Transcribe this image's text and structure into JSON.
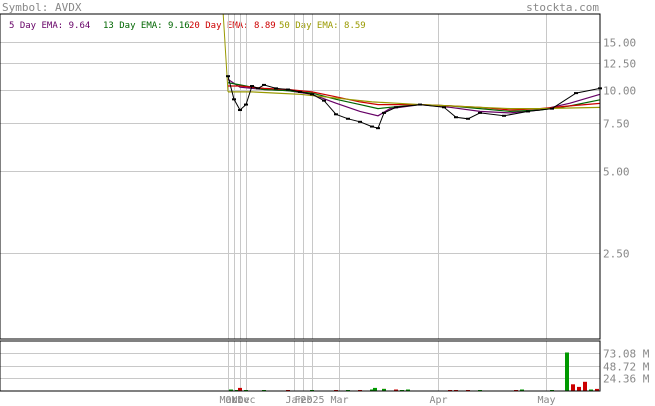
{
  "header": {
    "symbol_label": "Symbol: AVDX",
    "brand": "stockta.com"
  },
  "legend": [
    {
      "label": "5 Day EMA: 9.64",
      "color": "#660066"
    },
    {
      "label": "13 Day EMA: 9.16",
      "color": "#006600"
    },
    {
      "label": "20 Day EMA: 8.89",
      "color": "#cc0000"
    },
    {
      "label": "50 Day EMA: 8.59",
      "color": "#999900"
    }
  ],
  "colors": {
    "frame": "#000000",
    "grid": "#c8c8c8",
    "text": "#888888",
    "price": "#000000",
    "volume_up": "#009900",
    "volume_down": "#cc0000"
  },
  "chart_data": [
    {
      "type": "line",
      "panel": "price",
      "y_scale": "log",
      "ylim": [
        1.2,
        19
      ],
      "y_ticks": [
        {
          "value": 15.0,
          "label": "15.00"
        },
        {
          "value": 12.5,
          "label": "12.50"
        },
        {
          "value": 10.0,
          "label": "10.00"
        },
        {
          "value": 7.5,
          "label": "7.50"
        },
        {
          "value": 5.0,
          "label": "5.00"
        },
        {
          "value": 2.5,
          "label": "2.50"
        }
      ],
      "x_range": [
        0,
        100
      ],
      "x_ticks": [
        {
          "x": 38,
          "label": "Mar"
        },
        {
          "x": 39,
          "label": "Oct"
        },
        {
          "x": 40,
          "label": "Nov"
        },
        {
          "x": 41,
          "label": "Dec"
        },
        {
          "x": 49,
          "label": "Jan"
        },
        {
          "x": 50.5,
          "label": "Feb"
        },
        {
          "x": 52,
          "label": "2025"
        },
        {
          "x": 56.5,
          "label": "Mar"
        },
        {
          "x": 73,
          "label": "Apr"
        },
        {
          "x": 91,
          "label": "May"
        }
      ],
      "series": [
        {
          "name": "5 Day EMA",
          "color": "#660066",
          "points": [
            [
              38,
              10.9
            ],
            [
              40,
              10.2
            ],
            [
              44,
              10.0
            ],
            [
              48,
              9.9
            ],
            [
              52,
              9.6
            ],
            [
              56,
              8.9
            ],
            [
              60,
              8.3
            ],
            [
              63,
              8.0
            ],
            [
              65,
              8.5
            ],
            [
              70,
              8.8
            ],
            [
              75,
              8.6
            ],
            [
              80,
              8.3
            ],
            [
              85,
              8.2
            ],
            [
              90,
              8.4
            ],
            [
              95,
              8.9
            ],
            [
              100,
              9.6
            ]
          ]
        },
        {
          "name": "13 Day EMA",
          "color": "#006600",
          "points": [
            [
              38,
              10.6
            ],
            [
              40,
              10.4
            ],
            [
              44,
              10.0
            ],
            [
              48,
              9.9
            ],
            [
              52,
              9.7
            ],
            [
              56,
              9.2
            ],
            [
              60,
              8.8
            ],
            [
              63,
              8.5
            ],
            [
              65,
              8.6
            ],
            [
              70,
              8.8
            ],
            [
              75,
              8.7
            ],
            [
              80,
              8.5
            ],
            [
              85,
              8.3
            ],
            [
              90,
              8.4
            ],
            [
              95,
              8.7
            ],
            [
              100,
              9.16
            ]
          ]
        },
        {
          "name": "20 Day EMA",
          "color": "#cc0000",
          "points": [
            [
              38,
              10.3
            ],
            [
              40,
              10.3
            ],
            [
              44,
              10.1
            ],
            [
              48,
              10.0
            ],
            [
              52,
              9.8
            ],
            [
              56,
              9.4
            ],
            [
              60,
              9.0
            ],
            [
              63,
              8.8
            ],
            [
              65,
              8.8
            ],
            [
              70,
              8.8
            ],
            [
              75,
              8.7
            ],
            [
              80,
              8.6
            ],
            [
              85,
              8.4
            ],
            [
              90,
              8.5
            ],
            [
              95,
              8.7
            ],
            [
              100,
              8.89
            ]
          ]
        },
        {
          "name": "50 Day EMA",
          "color": "#999900",
          "points": [
            [
              38,
              9.8
            ],
            [
              42,
              9.8
            ],
            [
              46,
              9.7
            ],
            [
              50,
              9.6
            ],
            [
              54,
              9.4
            ],
            [
              58,
              9.2
            ],
            [
              62,
              9.0
            ],
            [
              66,
              8.9
            ],
            [
              70,
              8.8
            ],
            [
              75,
              8.7
            ],
            [
              80,
              8.6
            ],
            [
              85,
              8.5
            ],
            [
              90,
              8.5
            ],
            [
              95,
              8.55
            ],
            [
              100,
              8.59
            ]
          ]
        },
        {
          "name": "Price",
          "color": "#000000",
          "points": [
            [
              38,
              11.2
            ],
            [
              39,
              9.2
            ],
            [
              40,
              8.4
            ],
            [
              41,
              8.8
            ],
            [
              42,
              10.3
            ],
            [
              43,
              10.1
            ],
            [
              44,
              10.4
            ],
            [
              46,
              10.1
            ],
            [
              48,
              10.0
            ],
            [
              50,
              9.8
            ],
            [
              52,
              9.6
            ],
            [
              54,
              9.1
            ],
            [
              56,
              8.1
            ],
            [
              58,
              7.8
            ],
            [
              60,
              7.6
            ],
            [
              62,
              7.3
            ],
            [
              63,
              7.2
            ],
            [
              64,
              8.2
            ],
            [
              66,
              8.6
            ],
            [
              70,
              8.8
            ],
            [
              74,
              8.6
            ],
            [
              76,
              7.9
            ],
            [
              78,
              7.8
            ],
            [
              80,
              8.2
            ],
            [
              84,
              8.0
            ],
            [
              88,
              8.3
            ],
            [
              92,
              8.5
            ],
            [
              96,
              9.7
            ],
            [
              100,
              10.1
            ]
          ]
        }
      ]
    },
    {
      "type": "bar",
      "panel": "volume",
      "ylim": [
        0,
        97.4
      ],
      "y_ticks": [
        {
          "value": 73.08,
          "label": "73.08 M"
        },
        {
          "value": 48.72,
          "label": "48.72 M"
        },
        {
          "value": 24.36,
          "label": "24.36 M"
        }
      ],
      "bars": [
        [
          38.5,
          3,
          1
        ],
        [
          39.5,
          2,
          1
        ],
        [
          40,
          6,
          0
        ],
        [
          41,
          2,
          1
        ],
        [
          44,
          2,
          1
        ],
        [
          48,
          2,
          0
        ],
        [
          52,
          2,
          1
        ],
        [
          56,
          2,
          0
        ],
        [
          58,
          2,
          1
        ],
        [
          60,
          2,
          0
        ],
        [
          62,
          3,
          1
        ],
        [
          64,
          4,
          0
        ],
        [
          62.5,
          6,
          1
        ],
        [
          64,
          4,
          1
        ],
        [
          66,
          3,
          0
        ],
        [
          67,
          2,
          1
        ],
        [
          68,
          3,
          1
        ],
        [
          75,
          2,
          0
        ],
        [
          76,
          2,
          0
        ],
        [
          78,
          2,
          0
        ],
        [
          80,
          2,
          1
        ],
        [
          86,
          2,
          0
        ],
        [
          87,
          3,
          1
        ],
        [
          92,
          2,
          1
        ],
        [
          94.5,
          75,
          1
        ],
        [
          95.5,
          13,
          0
        ],
        [
          96.5,
          8,
          0
        ],
        [
          97.5,
          18,
          0
        ],
        [
          98.5,
          3,
          1
        ],
        [
          99.5,
          4,
          0
        ]
      ]
    }
  ]
}
